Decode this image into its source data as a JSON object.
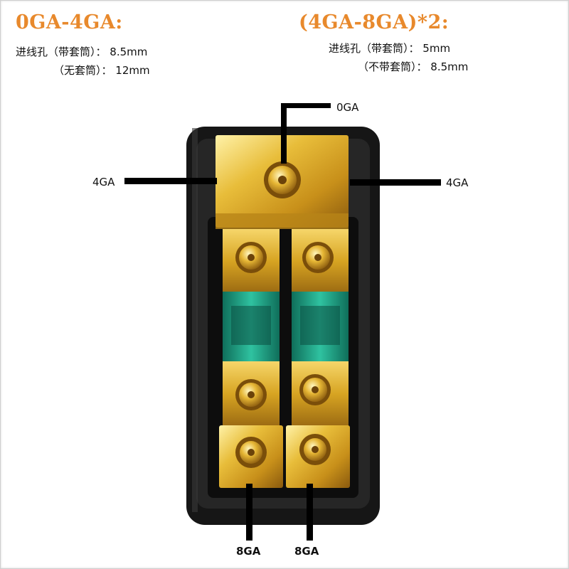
{
  "specs": {
    "left": {
      "title": "0GA-4GA:",
      "line1_label": "进线孔（带套筒）：",
      "line1_value": "8.5mm",
      "line2_label": "（无套筒）：",
      "line2_value": "12mm"
    },
    "right": {
      "title": "(4GA-8GA)*2:",
      "line1_label": "进线孔（带套筒）：",
      "line1_value": "5mm",
      "line2_label": "（不带套筒）：",
      "line2_value": "8.5mm"
    }
  },
  "callouts": {
    "top_input": "0GA",
    "left_side": "4GA",
    "right_side": "4GA",
    "bottom_left": "8GA",
    "bottom_right": "8GA"
  },
  "colors": {
    "title_orange": "#e8892c",
    "gold": "#d9a81e",
    "fuse_green": "#1fa58a",
    "housing": "#1b1b1b"
  }
}
